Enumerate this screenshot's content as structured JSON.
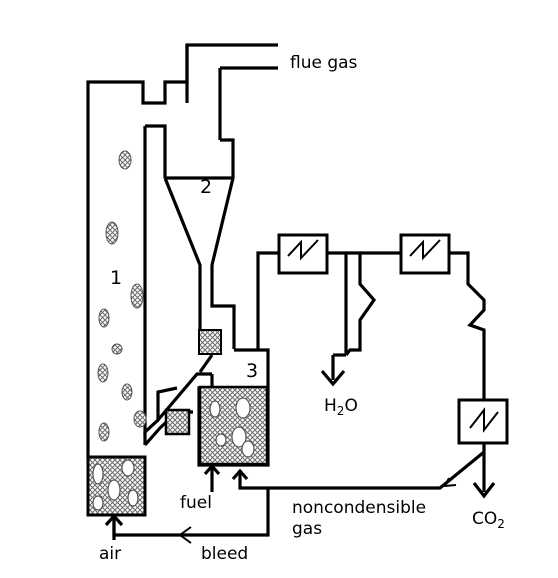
{
  "labels": {
    "flue_gas": "flue gas",
    "reactor_1": "1",
    "cyclone_2": "2",
    "reactor_3": "3",
    "water_main": "H",
    "water_sub": "2",
    "water_end": "O",
    "co2_main": "CO",
    "co2_sub": "2",
    "air": "air",
    "fuel": "fuel",
    "bleed": "bleed",
    "noncondensible_line1": "noncondensible",
    "noncondensible_line2": "gas"
  },
  "icons": [
    "heat-exchanger-icon",
    "compressor-icon",
    "arrow-icon"
  ],
  "colors": {
    "line": "#000000",
    "fill_pattern": "#666666",
    "background": "#ffffff"
  }
}
